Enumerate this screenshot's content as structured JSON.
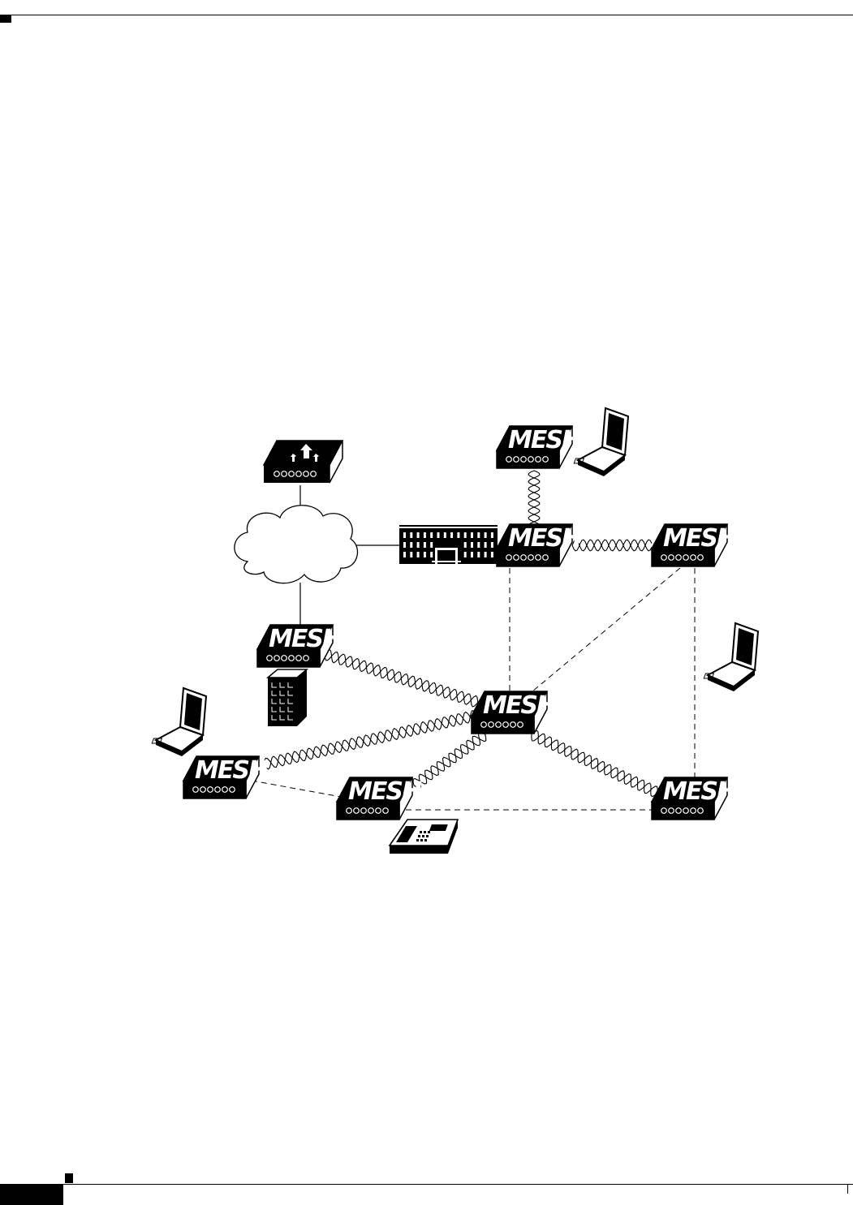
{
  "figure": {
    "type": "wireless-mesh-network",
    "device_label": "MESH",
    "nodes": [
      {
        "id": "controller",
        "kind": "router",
        "icon": "controller-router-icon"
      },
      {
        "id": "wan-cloud",
        "kind": "cloud",
        "icon": "network-cloud-icon"
      },
      {
        "id": "campus-building",
        "kind": "building",
        "icon": "campus-building-icon"
      },
      {
        "id": "mesh-top",
        "kind": "mesh-ap",
        "label": "MESH"
      },
      {
        "id": "mesh-root",
        "kind": "mesh-ap",
        "label": "MESH"
      },
      {
        "id": "mesh-right-top",
        "kind": "mesh-ap",
        "label": "MESH"
      },
      {
        "id": "mesh-left",
        "kind": "mesh-ap",
        "label": "MESH"
      },
      {
        "id": "mesh-center",
        "kind": "mesh-ap",
        "label": "MESH"
      },
      {
        "id": "mesh-bottom-left",
        "kind": "mesh-ap",
        "label": "MESH"
      },
      {
        "id": "mesh-bottom-mid",
        "kind": "mesh-ap",
        "label": "MESH"
      },
      {
        "id": "mesh-bottom-right",
        "kind": "mesh-ap",
        "label": "MESH"
      },
      {
        "id": "laptop-top",
        "kind": "client",
        "icon": "laptop-icon"
      },
      {
        "id": "laptop-right",
        "kind": "client",
        "icon": "laptop-icon"
      },
      {
        "id": "laptop-left",
        "kind": "client",
        "icon": "laptop-icon"
      },
      {
        "id": "office-tower",
        "kind": "building",
        "icon": "office-tower-icon"
      },
      {
        "id": "ip-phone",
        "kind": "client",
        "icon": "ip-phone-icon"
      }
    ],
    "links": [
      {
        "from": "controller",
        "to": "wan-cloud",
        "style": "wired"
      },
      {
        "from": "wan-cloud",
        "to": "campus-building",
        "style": "wired"
      },
      {
        "from": "wan-cloud",
        "to": "mesh-left",
        "style": "wired"
      },
      {
        "from": "mesh-top",
        "to": "mesh-root",
        "style": "wireless-backhaul"
      },
      {
        "from": "mesh-root",
        "to": "mesh-right-top",
        "style": "wireless-backhaul"
      },
      {
        "from": "mesh-left",
        "to": "mesh-center",
        "style": "wireless-backhaul"
      },
      {
        "from": "mesh-center",
        "to": "mesh-bottom-left",
        "style": "wireless-backhaul"
      },
      {
        "from": "mesh-center",
        "to": "mesh-bottom-mid",
        "style": "wireless-backhaul"
      },
      {
        "from": "mesh-center",
        "to": "mesh-bottom-right",
        "style": "wireless-backhaul"
      },
      {
        "from": "mesh-root",
        "to": "mesh-center",
        "style": "dashed"
      },
      {
        "from": "mesh-right-top",
        "to": "mesh-center",
        "style": "dashed"
      },
      {
        "from": "mesh-right-top",
        "to": "mesh-bottom-right",
        "style": "dashed"
      },
      {
        "from": "mesh-bottom-left",
        "to": "mesh-bottom-mid",
        "style": "dashed"
      },
      {
        "from": "mesh-bottom-mid",
        "to": "mesh-bottom-right",
        "style": "dashed"
      }
    ]
  }
}
